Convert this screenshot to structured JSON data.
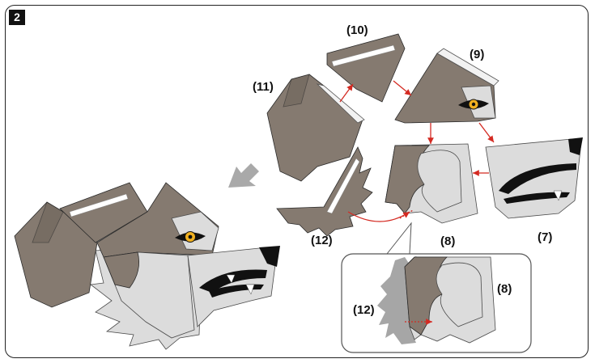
{
  "step": {
    "number": "2"
  },
  "parts": {
    "p10": "(10)",
    "p9": "(9)",
    "p11": "(11)",
    "p12": "(12)",
    "p8": "(8)",
    "p7": "(7)"
  },
  "inset": {
    "p12": "(12)",
    "p8": "(8)"
  },
  "colors": {
    "fur": "#857a70",
    "pale_fur": "#dcdcdc",
    "arrow_red": "#d42a22",
    "eye": "#f0b020",
    "hint_arrow": "#a9a9a9"
  }
}
